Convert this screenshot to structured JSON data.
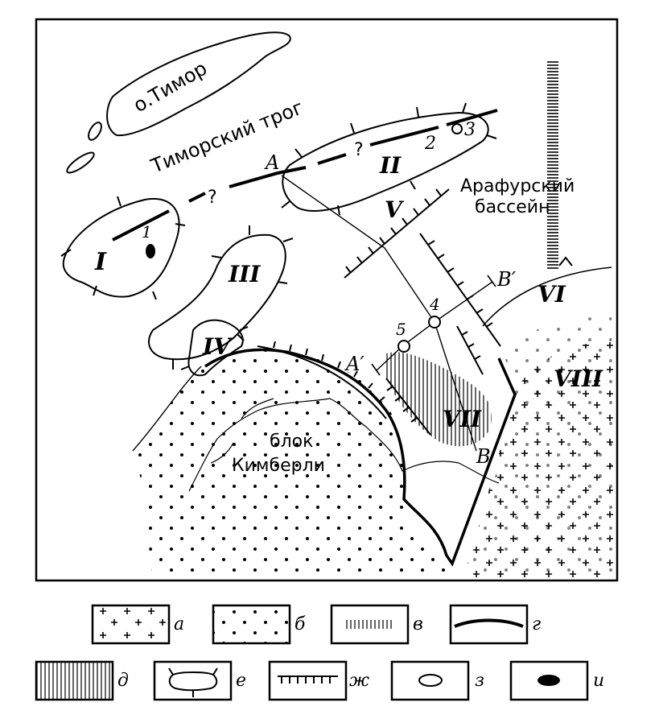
{
  "map": {
    "labels": {
      "timor": "о.Тимор",
      "timor_trough": "Тиморский трог",
      "arafura_1": "Арафурский",
      "arafura_2": "бассейн",
      "kimberley_1": "блок",
      "kimberley_2": "Кимберли",
      "question": "?"
    },
    "section_points": {
      "A": "A",
      "A1": "A′",
      "B": "B",
      "B1": "B′"
    },
    "roman": [
      "I",
      "II",
      "III",
      "IV",
      "V",
      "VI",
      "VII",
      "VIII"
    ],
    "wells": [
      "1",
      "2",
      "3",
      "4",
      "5"
    ],
    "well_2_3_label": "2",
    "well_3_label": "3"
  },
  "legend": [
    {
      "key": "а",
      "icon": "crosses-pattern-icon"
    },
    {
      "key": "б",
      "icon": "dots-pattern-icon"
    },
    {
      "key": "в",
      "icon": "vertical-hatch-strip-icon"
    },
    {
      "key": "г",
      "icon": "thick-line-icon"
    },
    {
      "key": "д",
      "icon": "vertical-hatch-fill-icon"
    },
    {
      "key": "е",
      "icon": "toothed-contour-icon"
    },
    {
      "key": "ж",
      "icon": "hachured-line-icon"
    },
    {
      "key": "з",
      "icon": "ellipse-icon"
    },
    {
      "key": "и",
      "icon": "filled-ellipse-icon"
    }
  ]
}
